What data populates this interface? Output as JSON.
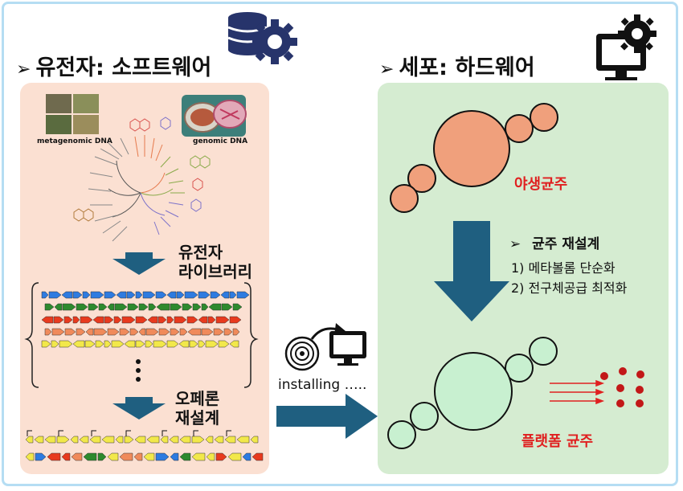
{
  "titles": {
    "left": "유전자: 소프트웨어",
    "right": "세포: 하드웨어",
    "bullet": "➢"
  },
  "left_panel": {
    "metagenomic_label": "metagenomic DNA",
    "genomic_label": "genomic DNA",
    "library_line1": "유전자",
    "library_line2": "라이브러리",
    "redesign_line1": "오페론",
    "redesign_line2": "재설계",
    "ellipsis": "⋮"
  },
  "center": {
    "installing_label": "installing ….."
  },
  "right_panel": {
    "wild_strain": "야생균주",
    "redesign_heading": "균주 재설계",
    "redesign_item1": "1) 메타볼롬 단순화",
    "redesign_item2": "2) 전구체공급 최적화",
    "platform_strain": "플랫폼 균주"
  },
  "icons": {
    "software": "database-gear-icon",
    "hardware": "monitor-gear-icon",
    "install": "disc-to-monitor-icon"
  },
  "colors": {
    "frame": "#b5ddf3",
    "left_panel": "#fbe0d2",
    "right_panel": "#d5ecd1",
    "arrow": "#1f5f80",
    "wild_cell": "#f0a07c",
    "platform_cell": "#c8f0d0",
    "red_text": "#e02020",
    "icon_navy": "#27346b",
    "dots": "#c21818"
  }
}
